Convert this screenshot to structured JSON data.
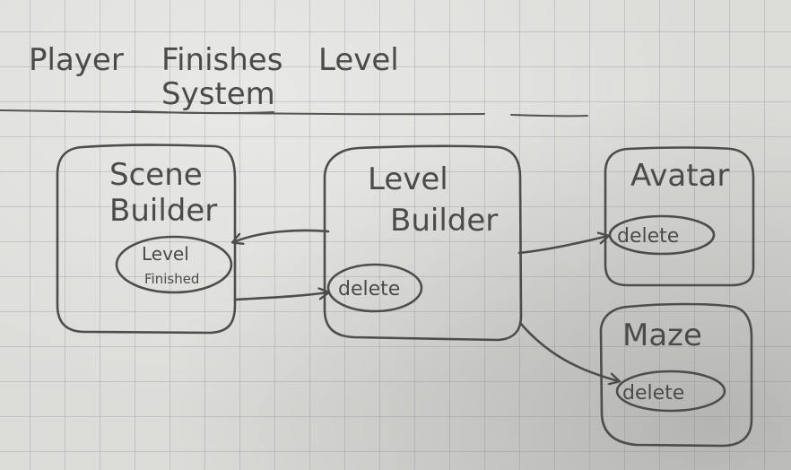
{
  "title": {
    "line1_word1": "Player",
    "line1_word2": "Finishes",
    "line1_word3": "Level",
    "line2": "System"
  },
  "nodes": {
    "scene_builder": {
      "label_line1": "Scene",
      "label_line2": "Builder",
      "oval_line1": "Level",
      "oval_line2": "Finished"
    },
    "level_builder": {
      "label_line1": "Level",
      "label_line2": "Builder",
      "oval": "delete"
    },
    "avatar": {
      "label": "Avatar",
      "oval": "delete"
    },
    "maze": {
      "label": "Maze",
      "oval": "delete"
    }
  },
  "colors": {
    "ink": "#4e4d4c",
    "paper": "#dcdcd9"
  }
}
